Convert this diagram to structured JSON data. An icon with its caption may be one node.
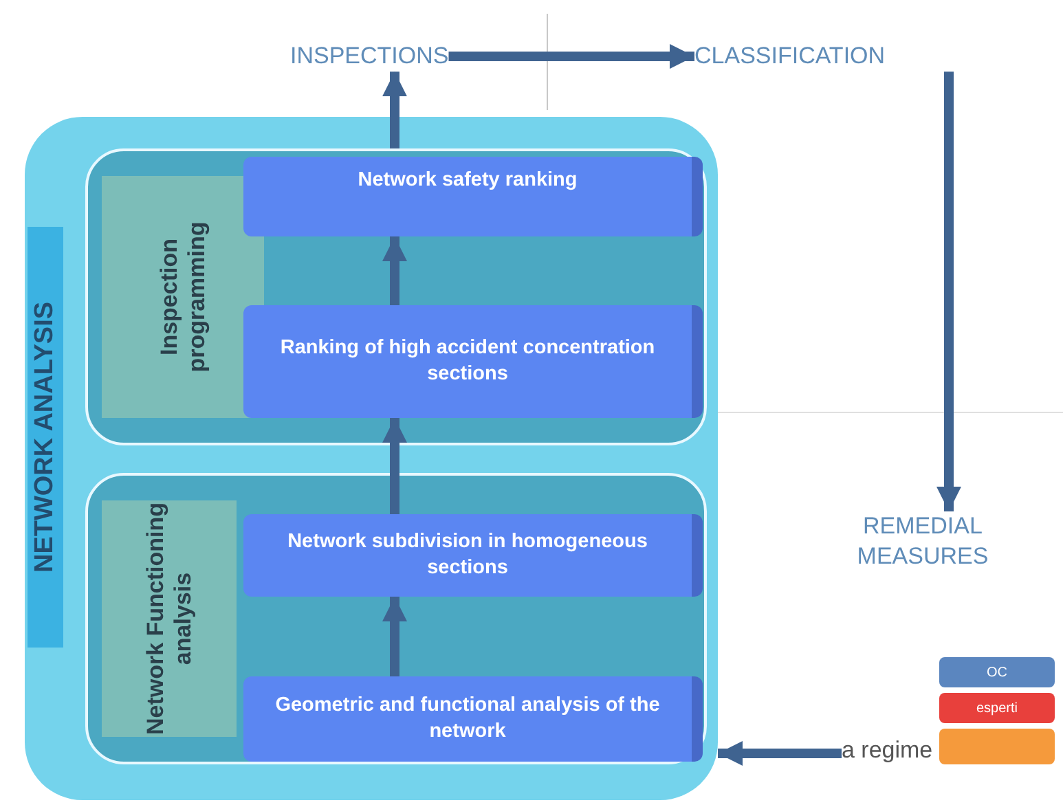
{
  "diagram": {
    "nodes": [
      {
        "text": [
          "NETWORK ANALYSIS"
        ]
      },
      {
        "text": [
          "Inspection programming"
        ],
        "in": 0
      },
      {
        "text": [
          "Network safety ranking"
        ],
        "in": 1
      },
      {
        "text": [
          "Ranking of high accident concentration sections"
        ],
        "in": 1
      },
      {
        "text": [
          "Network Functioning analysis"
        ],
        "in": 0
      },
      {
        "text": [
          "Network subdivision in homogeneous sections"
        ],
        "in": 4
      },
      {
        "text": [
          "Geometric and functional analysis of the network"
        ],
        "in": 4
      },
      {
        "text": [
          "INSPECTIONS"
        ]
      },
      {
        "text": [
          "CLASSIFICATION"
        ]
      },
      {
        "text": [
          "REMEDIAL MEASURES"
        ]
      },
      {
        "text": [
          "a regime"
        ]
      },
      {
        "text": [
          "OC"
        ]
      },
      {
        "text": [
          "esperti"
        ]
      },
      {
        "text": [],
        "shape": "box"
      }
    ],
    "edges": [
      {
        "from": 6,
        "to": 5,
        "arrow": "to"
      },
      {
        "from": 5,
        "to": 3,
        "arrow": "to"
      },
      {
        "from": 3,
        "to": 2,
        "arrow": "to"
      },
      {
        "from": 1,
        "to": 7,
        "arrow": "to"
      },
      {
        "from": 7,
        "to": 8,
        "arrow": "to"
      },
      {
        "from": 8,
        "to": 9,
        "arrow": "to"
      },
      {
        "from": 10,
        "to": 0,
        "arrow": "to"
      }
    ]
  }
}
